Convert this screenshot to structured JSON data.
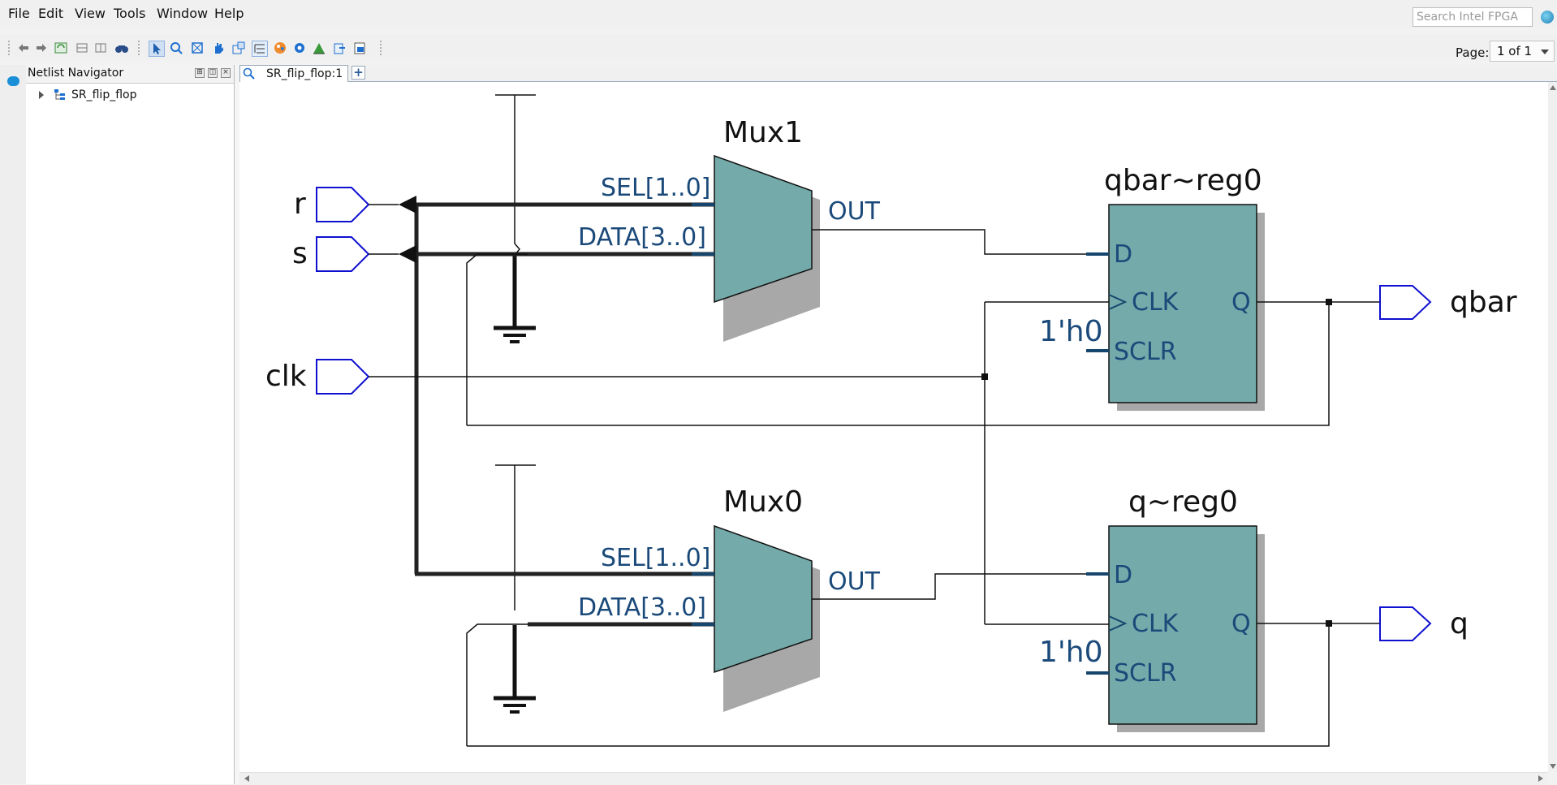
{
  "menu": [
    "File",
    "Edit",
    "View",
    "Tools",
    "Window",
    "Help"
  ],
  "search": {
    "placeholder": "Search Intel FPGA"
  },
  "toolbar": {
    "page_label": "Page:",
    "page_value": "1 of 1"
  },
  "navigator": {
    "title": "Netlist Navigator",
    "tree_root": "SR_flip_flop"
  },
  "tabs": {
    "active": "SR_flip_flop:1",
    "add": "+"
  },
  "schematic": {
    "inputs": {
      "r": "r",
      "s": "s",
      "clk": "clk"
    },
    "outputs": {
      "qbar": "qbar",
      "q": "q"
    },
    "mux1": {
      "name": "Mux1",
      "sel": "SEL[1..0]",
      "data": "DATA[3..0]",
      "out": "OUT"
    },
    "mux0": {
      "name": "Mux0",
      "sel": "SEL[1..0]",
      "data": "DATA[3..0]",
      "out": "OUT"
    },
    "reg_qbar": {
      "name": "qbar~reg0",
      "d": "D",
      "clk": "CLK",
      "q": "Q",
      "sclr": "SCLR",
      "const": "1'h0"
    },
    "reg_q": {
      "name": "q~reg0",
      "d": "D",
      "clk": "CLK",
      "q": "Q",
      "sclr": "SCLR",
      "const": "1'h0"
    },
    "colors": {
      "block_fill": "#74aaaa",
      "port_stroke": "#1010d0",
      "label_text": "#1b4a7a",
      "shadow": "#a8a8a8"
    }
  }
}
